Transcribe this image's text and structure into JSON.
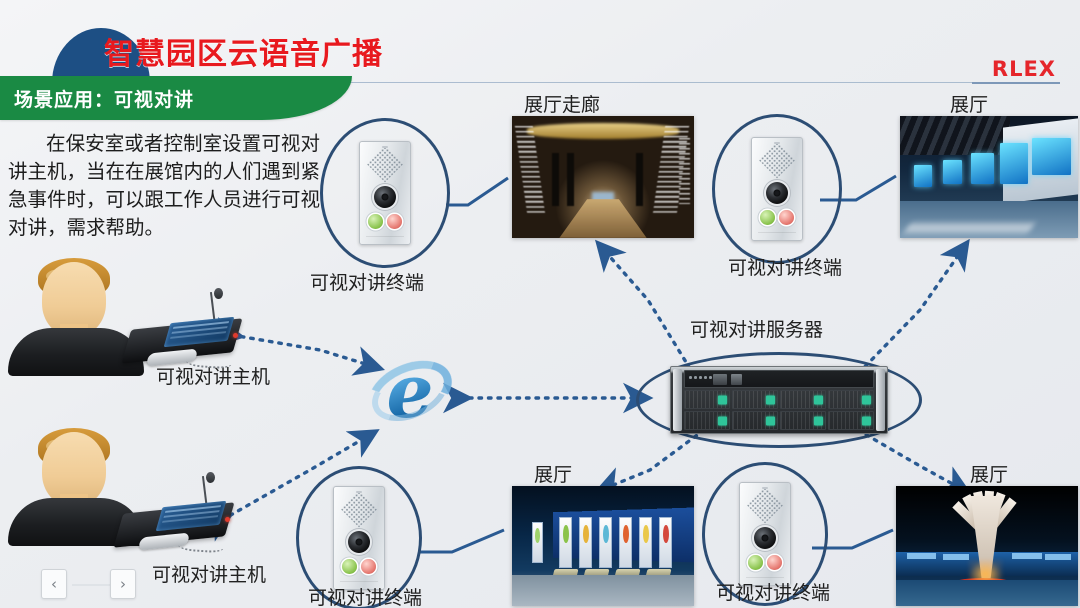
{
  "header": {
    "title": "智慧园区云语音广播",
    "brand": "RLEX",
    "banner_label": "场景应用：可视对讲"
  },
  "intro": {
    "paragraph": "在保安室或者控制室设置可视对讲主机，当在在展馆内的人们遇到紧急事件时，可以跟工作人员进行可视对讲，需求帮助。"
  },
  "nodes": {
    "terminal_top_left": "可视对讲终端",
    "terminal_top_right": "可视对讲终端",
    "terminal_bottom_left": "可视对讲终端",
    "terminal_bottom_right": "可视对讲终端",
    "server": "可视对讲服务器",
    "host_upper": "可视对讲主机",
    "host_lower": "可视对讲主机"
  },
  "photos": {
    "corridor": "展厅走廊",
    "hall_top_right": "展厅",
    "hall_bottom_left": "展厅",
    "hall_bottom_right": "展厅"
  },
  "nav": {
    "prev": "‹",
    "next": "›"
  },
  "colors": {
    "title_red": "#e8191e",
    "brand_red": "#e5262b",
    "banner_green": "#1a8a44",
    "blob_blue": "#1d4f84",
    "oval_outline": "#2c4d74",
    "wire_blue": "#2a5a92",
    "server_led_green": "#2fc59a"
  }
}
